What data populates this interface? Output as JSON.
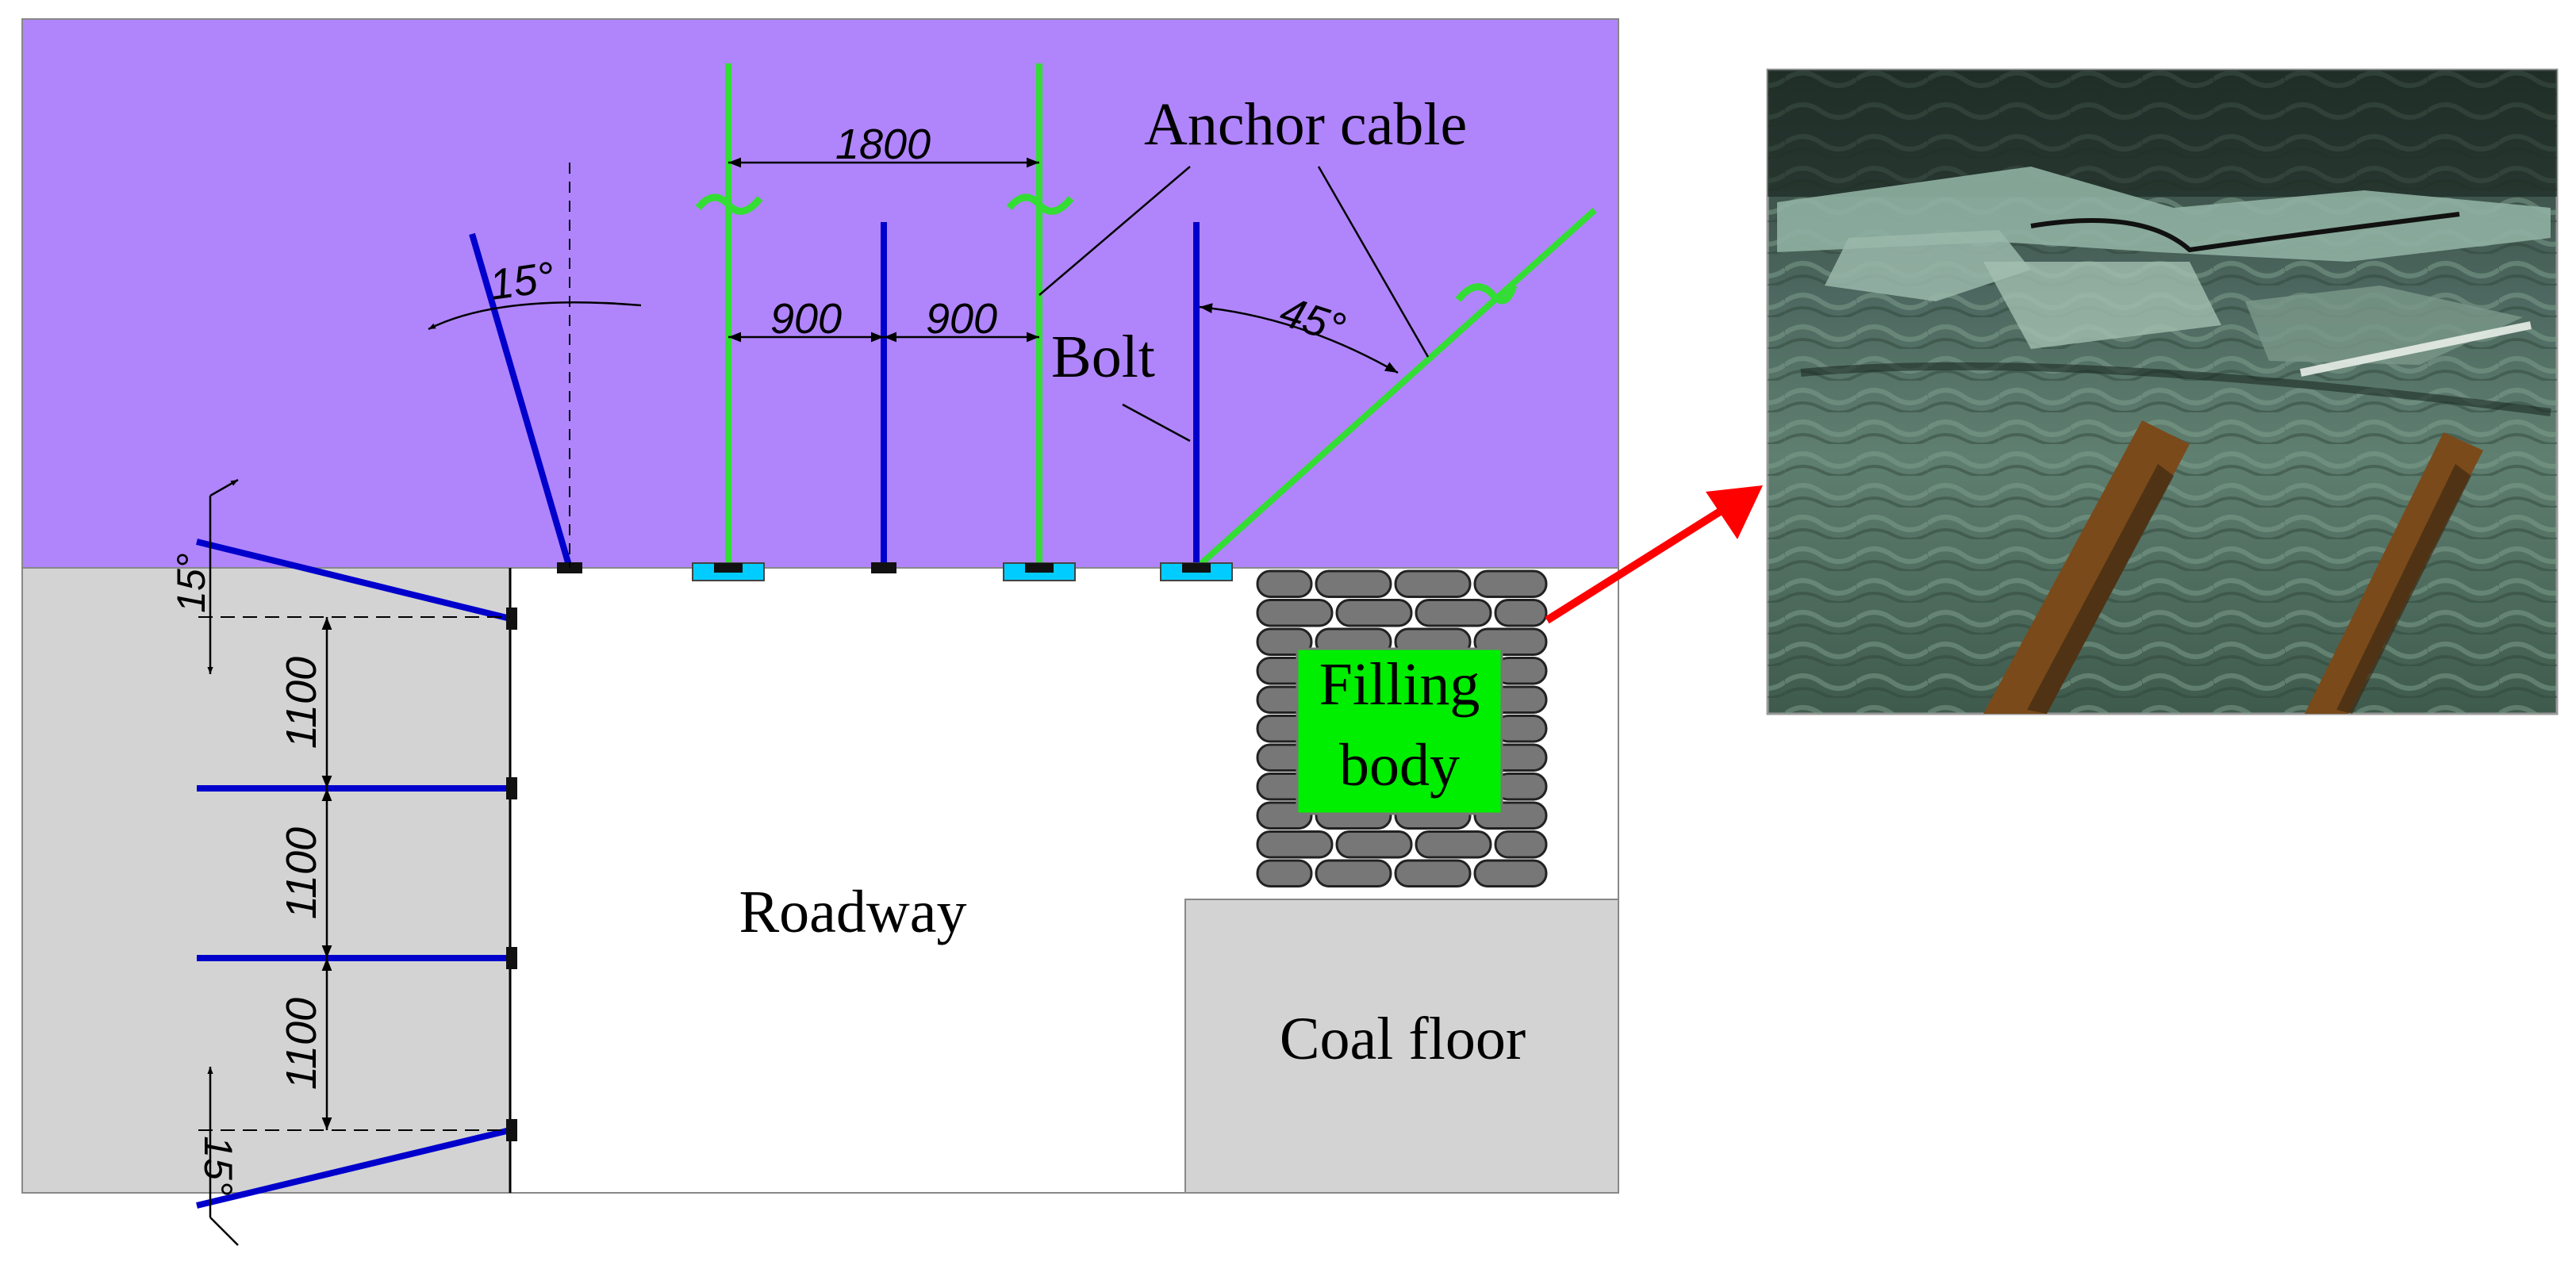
{
  "labels": {
    "anchor_cable": "Anchor cable",
    "bolt": "Bolt",
    "filling_body_line1": "Filling",
    "filling_body_line2": "body",
    "roadway": "Roadway",
    "coal_floor": "Coal floor"
  },
  "dimensions": {
    "cable_spacing": "1800",
    "bolt_spacing_left": "900",
    "bolt_spacing_right": "900",
    "wall_spacing_1": "1100",
    "wall_spacing_2": "1100",
    "wall_spacing_3": "1100",
    "angle_roof_left": "15°",
    "angle_wall_top": "15°",
    "angle_wall_bottom": "15°",
    "angle_cable_right": "45°"
  },
  "colors": {
    "roof": "#b085fb",
    "wall": "#d3d3d3",
    "bolt": "#0000cc",
    "cable": "#33dd33",
    "filling_body": "#00ee00",
    "bag": "#777777",
    "plate": "#00ccff",
    "arrow": "#ff0000"
  },
  "photo": {
    "icon": "rock-photo-inset"
  }
}
